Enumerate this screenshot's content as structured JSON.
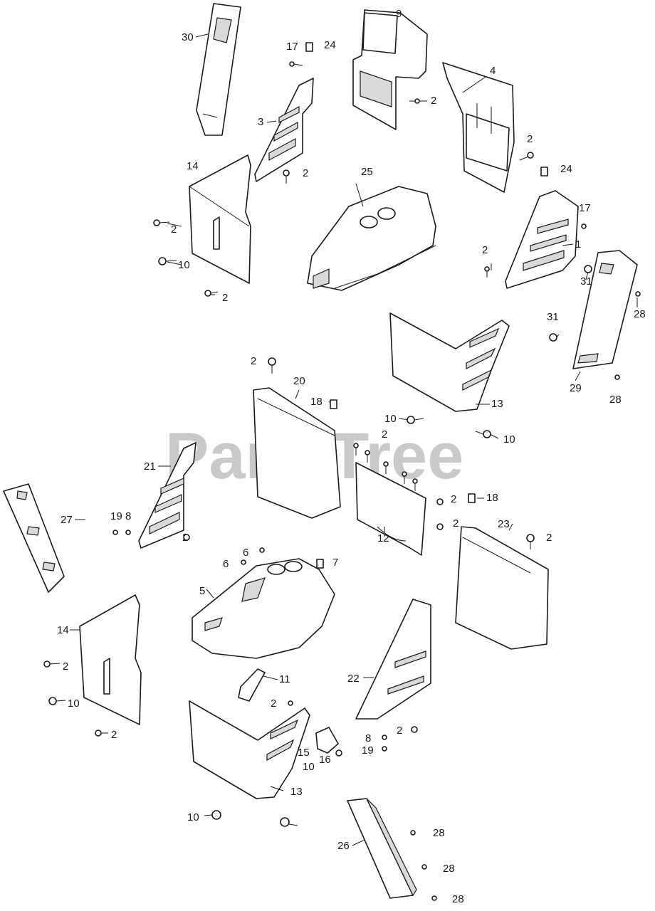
{
  "watermark": "PartsTree",
  "callouts": [
    "1",
    "2",
    "3",
    "4",
    "5",
    "6",
    "7",
    "8",
    "9",
    "10",
    "11",
    "12",
    "13",
    "14",
    "15",
    "16",
    "17",
    "18",
    "19",
    "20",
    "21",
    "22",
    "23",
    "24",
    "25",
    "26",
    "27",
    "28",
    "29",
    "30",
    "31"
  ],
  "labels": [
    {
      "text": "30"
    },
    {
      "text": "17"
    },
    {
      "text": "24"
    },
    {
      "text": "9"
    },
    {
      "text": "4"
    },
    {
      "text": "2"
    },
    {
      "text": "3"
    },
    {
      "text": "2"
    },
    {
      "text": "2"
    },
    {
      "text": "24"
    },
    {
      "text": "14"
    },
    {
      "text": "25"
    },
    {
      "text": "17"
    },
    {
      "text": "2"
    },
    {
      "text": "2"
    },
    {
      "text": "1"
    },
    {
      "text": "10"
    },
    {
      "text": "31"
    },
    {
      "text": "28"
    },
    {
      "text": "2"
    },
    {
      "text": "31"
    },
    {
      "text": "2"
    },
    {
      "text": "20"
    },
    {
      "text": "18"
    },
    {
      "text": "29"
    },
    {
      "text": "28"
    },
    {
      "text": "13"
    },
    {
      "text": "10"
    },
    {
      "text": "10"
    },
    {
      "text": "2"
    },
    {
      "text": "21"
    },
    {
      "text": "2"
    },
    {
      "text": "18"
    },
    {
      "text": "27"
    },
    {
      "text": "19"
    },
    {
      "text": "8"
    },
    {
      "text": "2"
    },
    {
      "text": "2"
    },
    {
      "text": "12"
    },
    {
      "text": "23"
    },
    {
      "text": "2"
    },
    {
      "text": "6"
    },
    {
      "text": "6"
    },
    {
      "text": "7"
    },
    {
      "text": "5"
    },
    {
      "text": "14"
    },
    {
      "text": "2"
    },
    {
      "text": "11"
    },
    {
      "text": "22"
    },
    {
      "text": "10"
    },
    {
      "text": "2"
    },
    {
      "text": "2"
    },
    {
      "text": "8"
    },
    {
      "text": "2"
    },
    {
      "text": "15"
    },
    {
      "text": "16"
    },
    {
      "text": "19"
    },
    {
      "text": "13"
    },
    {
      "text": "10"
    },
    {
      "text": "10"
    },
    {
      "text": "28"
    },
    {
      "text": "26"
    },
    {
      "text": "28"
    },
    {
      "text": "28"
    }
  ]
}
